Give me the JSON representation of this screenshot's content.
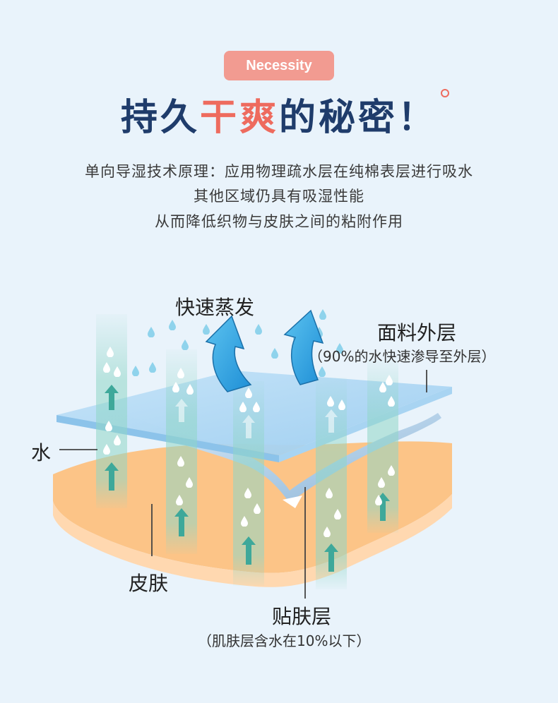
{
  "header": {
    "badge": "Necessity",
    "title_part1": "持久",
    "title_highlight": "干爽",
    "title_part2": "的秘密！"
  },
  "description": [
    "单向导湿技术原理：应用物理疏水层在纯棉表层进行吸水",
    "其他区域仍具有吸湿性能",
    "从而降低织物与皮肤之间的粘附作用"
  ],
  "diagram": {
    "evaporate_label": "快速蒸发",
    "outer_layer_label": "面料外层",
    "outer_layer_note": "（90%的水快速渗导至外层）",
    "water_label": "水",
    "skin_label": "皮肤",
    "inner_layer_label": "贴肤层",
    "inner_layer_note": "（肌肤层含水在10%以下）"
  },
  "colors": {
    "badge": "#f29b91",
    "title": "#1f3c6b",
    "highlight": "#ee6b5e",
    "skin": "#fdc791",
    "fabric": "#a9d3f2",
    "arrow": "#2da5e3",
    "column": "#62bfa0"
  }
}
